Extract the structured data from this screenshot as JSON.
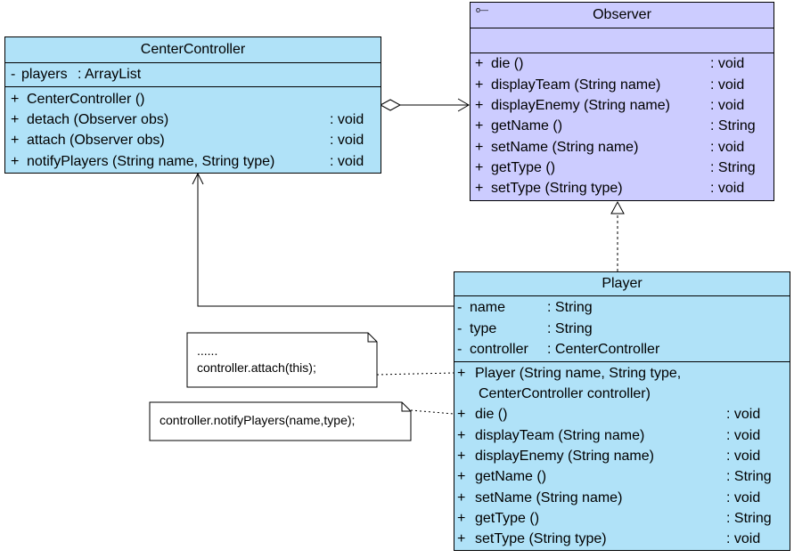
{
  "center_controller": {
    "title": "CenterController",
    "attributes": [
      {
        "vis": "-",
        "name": "players",
        "type": ": ArrayList"
      }
    ],
    "operations": [
      {
        "vis": "+",
        "name": "CenterController ()",
        "type": ""
      },
      {
        "vis": "+",
        "name": "detach (Observer obs)",
        "type": ": void"
      },
      {
        "vis": "+",
        "name": "attach (Observer obs)",
        "type": ": void"
      },
      {
        "vis": "+",
        "name": "notifyPlayers (String name, String type)",
        "type": ": void"
      }
    ]
  },
  "observer": {
    "title": "Observer",
    "operations": [
      {
        "vis": "+",
        "name": "die ()",
        "type": ": void"
      },
      {
        "vis": "+",
        "name": "displayTeam (String name)",
        "type": ": void"
      },
      {
        "vis": "+",
        "name": "displayEnemy (String name)",
        "type": ": void"
      },
      {
        "vis": "+",
        "name": "getName ()",
        "type": ": String"
      },
      {
        "vis": "+",
        "name": "setName (String name)",
        "type": ": void"
      },
      {
        "vis": "+",
        "name": "getType ()",
        "type": ": String"
      },
      {
        "vis": "+",
        "name": "setType (String type)",
        "type": ": void"
      }
    ]
  },
  "player": {
    "title": "Player",
    "attributes": [
      {
        "vis": "-",
        "name": "name",
        "type": ": String"
      },
      {
        "vis": "-",
        "name": "type",
        "type": ": String"
      },
      {
        "vis": "-",
        "name": "controller",
        "type": ": CenterController"
      }
    ],
    "constructor": {
      "vis": "+",
      "line1": "Player (String name, String type,",
      "line2": "CenterController controller)"
    },
    "operations": [
      {
        "vis": "+",
        "name": "die ()",
        "type": ": void"
      },
      {
        "vis": "+",
        "name": "displayTeam (String name)",
        "type": ": void"
      },
      {
        "vis": "+",
        "name": "displayEnemy (String name)",
        "type": ": void"
      },
      {
        "vis": "+",
        "name": "getName ()",
        "type": ": String"
      },
      {
        "vis": "+",
        "name": "setName (String name)",
        "type": ": void"
      },
      {
        "vis": "+",
        "name": "getType ()",
        "type": ": String"
      },
      {
        "vis": "+",
        "name": "setType (String type)",
        "type": ": void"
      }
    ]
  },
  "notes": {
    "attach": {
      "line1": "......",
      "line2": "controller.attach(this);"
    },
    "notify": {
      "line1": "controller.notifyPlayers(name,type);"
    }
  }
}
